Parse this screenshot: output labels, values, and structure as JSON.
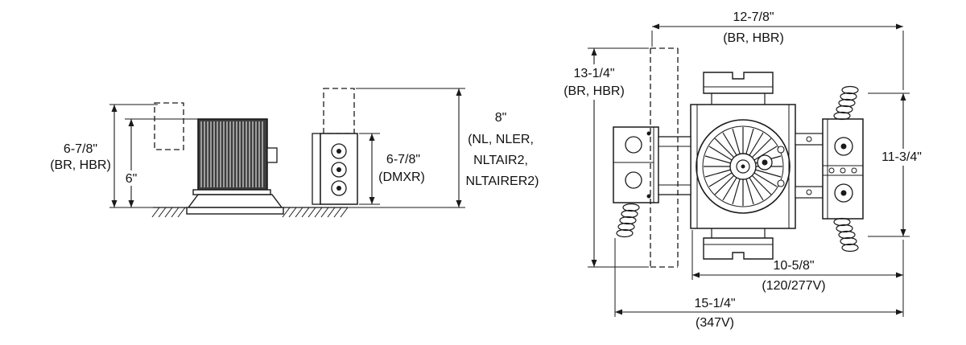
{
  "colors": {
    "line": "#1a1a1a",
    "text": "#111111",
    "background": "#ffffff",
    "heatsink_fill": "#3d3d3d",
    "heatsink_fin": "#c8c8c8"
  },
  "side_view": {
    "dim_height_br": {
      "value": "6-7/8\"",
      "note": "(BR, HBR)"
    },
    "dim_height_housing": {
      "value": "6\""
    },
    "dim_height_dmxr": {
      "value": "6-7/8\"",
      "note": "(DMXR)"
    },
    "dim_height_remote": {
      "value": "8\"",
      "note_line1": "(NL, NLER,",
      "note_line2": "NLTAIR2,",
      "note_line3": "NLTAIRER2)"
    }
  },
  "top_view": {
    "dim_width_br": {
      "value": "12-7/8\"",
      "note": "(BR, HBR)"
    },
    "dim_bar_length": {
      "value": "13-1/4\"",
      "note": "(BR, HBR)"
    },
    "dim_depth": {
      "value": "11-3/4\""
    },
    "dim_width_120_277": {
      "value": "10-5/8\"",
      "note": "(120/277V)"
    },
    "dim_width_347": {
      "value": "15-1/4\"",
      "note": "(347V)"
    }
  }
}
